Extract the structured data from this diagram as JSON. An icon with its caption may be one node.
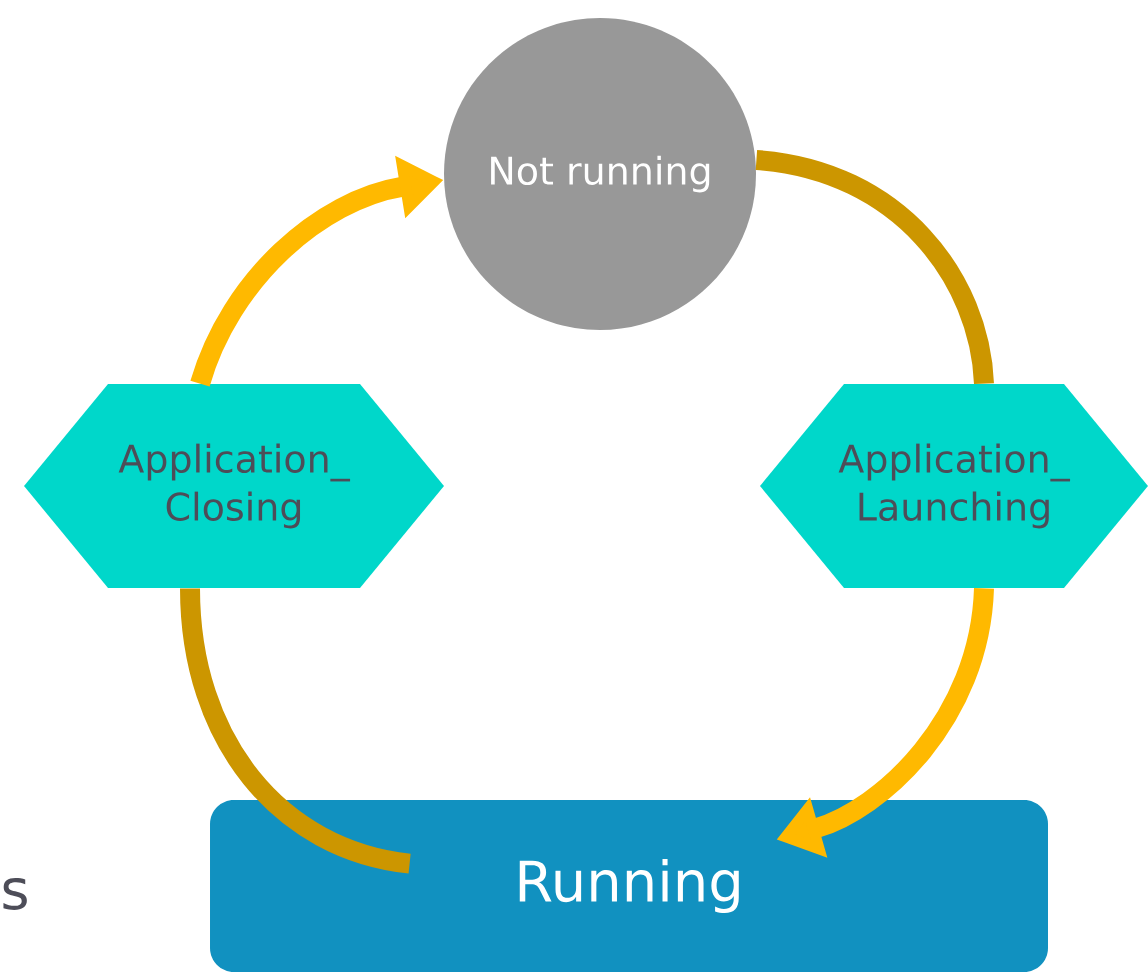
{
  "diagram": {
    "nodes": [
      {
        "text": [
          "Not running"
        ]
      },
      {
        "text": [
          "Application_ Closing"
        ]
      },
      {
        "text": [
          "Application_ Launching"
        ]
      },
      {
        "text": [
          "Running"
        ]
      }
    ],
    "edges": [
      {
        "from": 0,
        "to": 2,
        "arrow": "none",
        "color": "#cc9600"
      },
      {
        "from": 2,
        "to": 3,
        "arrow": "to",
        "color": "#ffb900"
      },
      {
        "from": 3,
        "to": 1,
        "arrow": "none",
        "color": "#cc9600"
      },
      {
        "from": 1,
        "to": 0,
        "arrow": "to",
        "color": "#ffb900"
      }
    ],
    "labels": [
      "s"
    ]
  }
}
